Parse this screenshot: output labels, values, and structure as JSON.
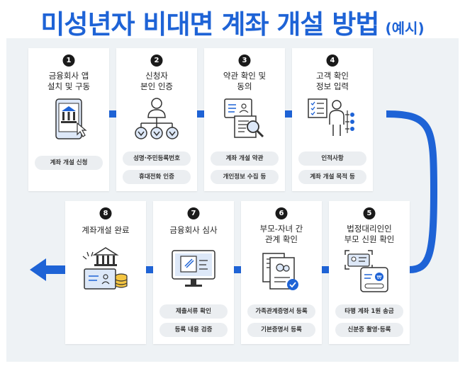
{
  "title": {
    "main": "미성년자 비대면 계좌 개설 방법",
    "sub": "(예시)"
  },
  "steps": [
    {
      "num": "1",
      "label_lines": [
        "금융회사 앱",
        "설치 및 구동"
      ],
      "pills": [
        "계좌 개설 신청"
      ],
      "icon": "bank-app-phone-icon"
    },
    {
      "num": "2",
      "label_lines": [
        "신청자",
        "본인 인증"
      ],
      "pills": [
        "성명·주민등록번호",
        "휴대전화 인증"
      ],
      "icon": "person-verification-icon"
    },
    {
      "num": "3",
      "label_lines": [
        "약관 확인 및",
        "동의"
      ],
      "pills": [
        "계좌 개설 약관",
        "개인정보 수집 등"
      ],
      "icon": "document-magnifier-icon"
    },
    {
      "num": "4",
      "label_lines": [
        "고객 확인",
        "정보 입력"
      ],
      "pills": [
        "인적사항",
        "계좌 개설 목적 등"
      ],
      "icon": "person-checklist-icon"
    },
    {
      "num": "5",
      "label_lines": [
        "법정대리인인",
        "부모 신원 확인"
      ],
      "pills": [
        "타행 계좌 1원 송금",
        "신분증 촬영·등록"
      ],
      "icon": "id-card-scan-icon"
    },
    {
      "num": "6",
      "label_lines": [
        "부모-자녀 간",
        "관계 확인"
      ],
      "pills": [
        "가족관계증명서 등록",
        "기본증명서 등록"
      ],
      "icon": "family-certificate-icon"
    },
    {
      "num": "7",
      "label_lines": [
        "금융회사 심사"
      ],
      "pills": [
        "제출서류 확인",
        "등록 내용 검증"
      ],
      "icon": "monitor-review-icon"
    },
    {
      "num": "8",
      "label_lines": [
        "계좌개설 완료"
      ],
      "pills": [],
      "icon": "bank-complete-icon"
    }
  ],
  "colors": {
    "accent": "#1e63d6",
    "dark": "#1a1a1a",
    "panel": "#eef2f5"
  }
}
